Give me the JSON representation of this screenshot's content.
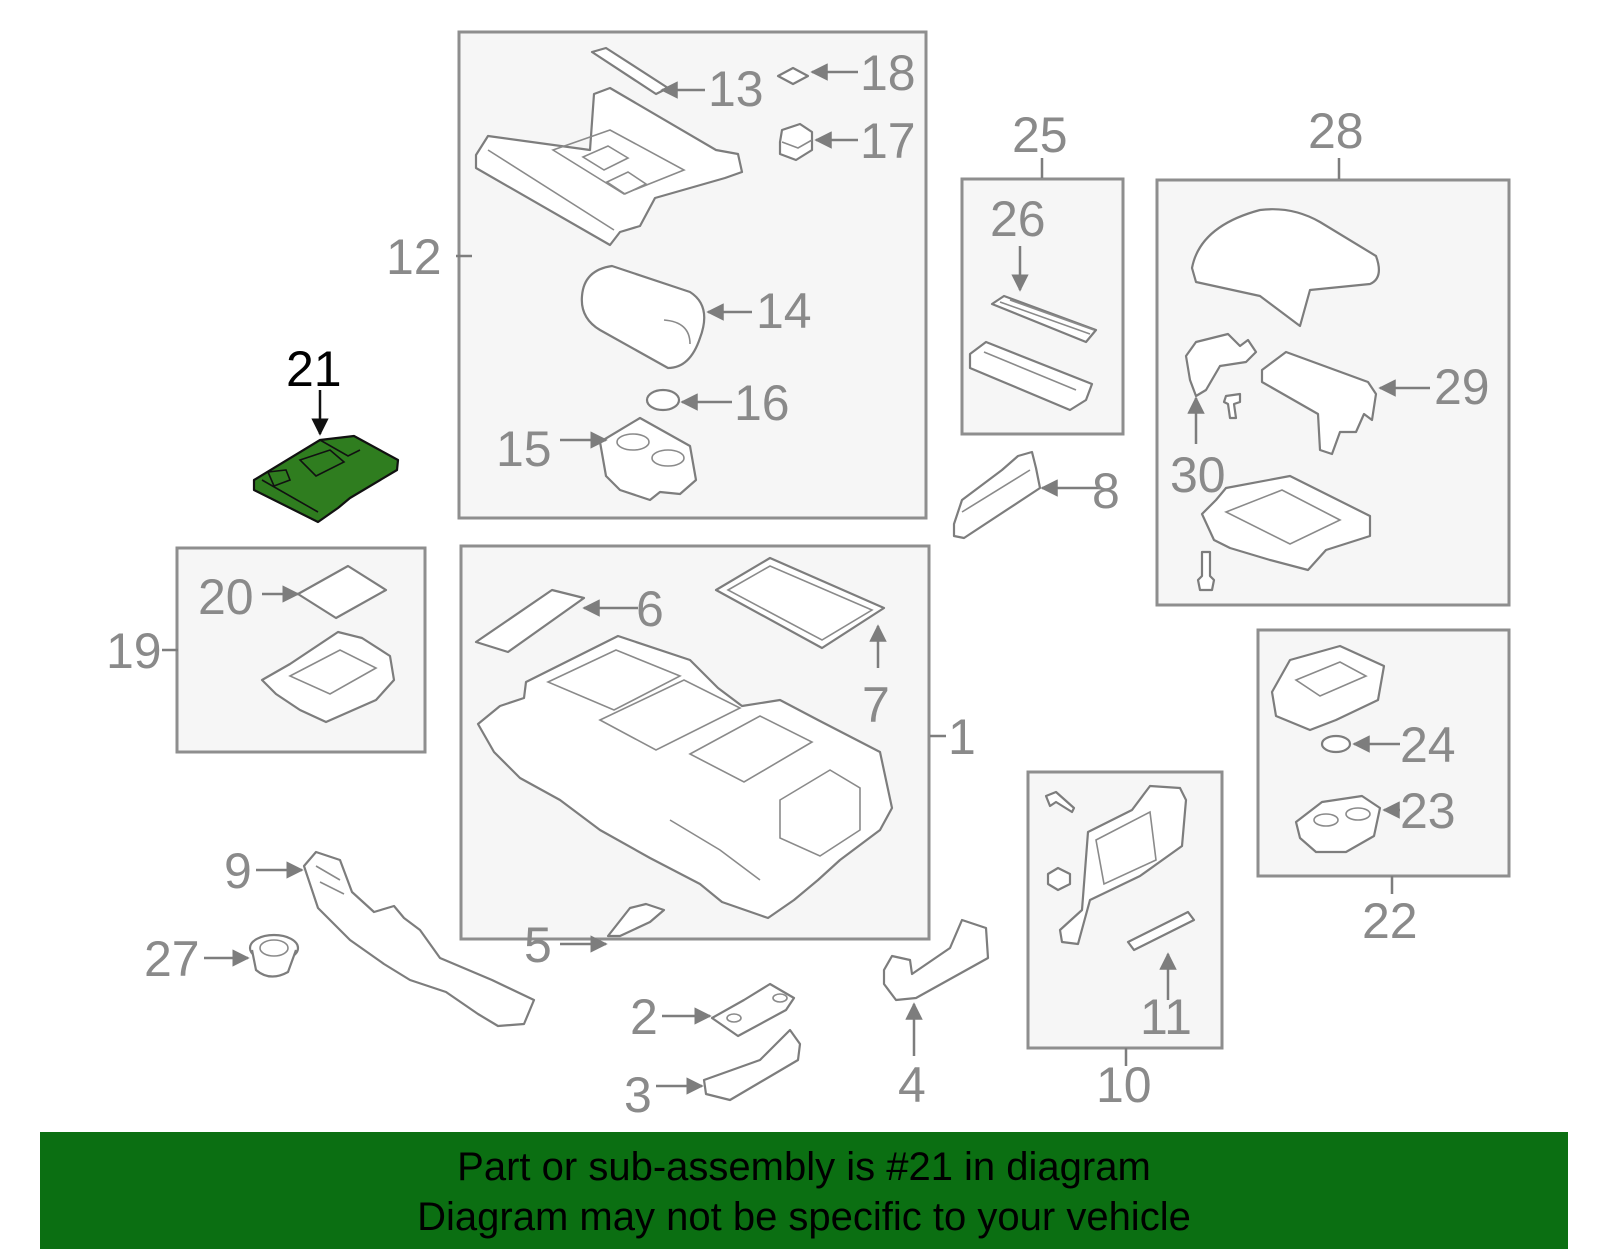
{
  "callouts": {
    "n1": "1",
    "n2": "2",
    "n3": "3",
    "n4": "4",
    "n5": "5",
    "n6": "6",
    "n7": "7",
    "n8": "8",
    "n9": "9",
    "n10": "10",
    "n11": "11",
    "n12": "12",
    "n13": "13",
    "n14": "14",
    "n15": "15",
    "n16": "16",
    "n17": "17",
    "n18": "18",
    "n19": "19",
    "n20": "20",
    "n21": "21",
    "n22": "22",
    "n23": "23",
    "n24": "24",
    "n25": "25",
    "n26": "26",
    "n27": "27",
    "n28": "28",
    "n29": "29",
    "n30": "30"
  },
  "highlight": {
    "part_number": "21",
    "color": "#2f7d1f"
  },
  "banner": {
    "line1": "Part or sub-assembly is #21 in diagram",
    "line2": "Diagram may not be specific to your vehicle",
    "background": "#0b6f12"
  }
}
